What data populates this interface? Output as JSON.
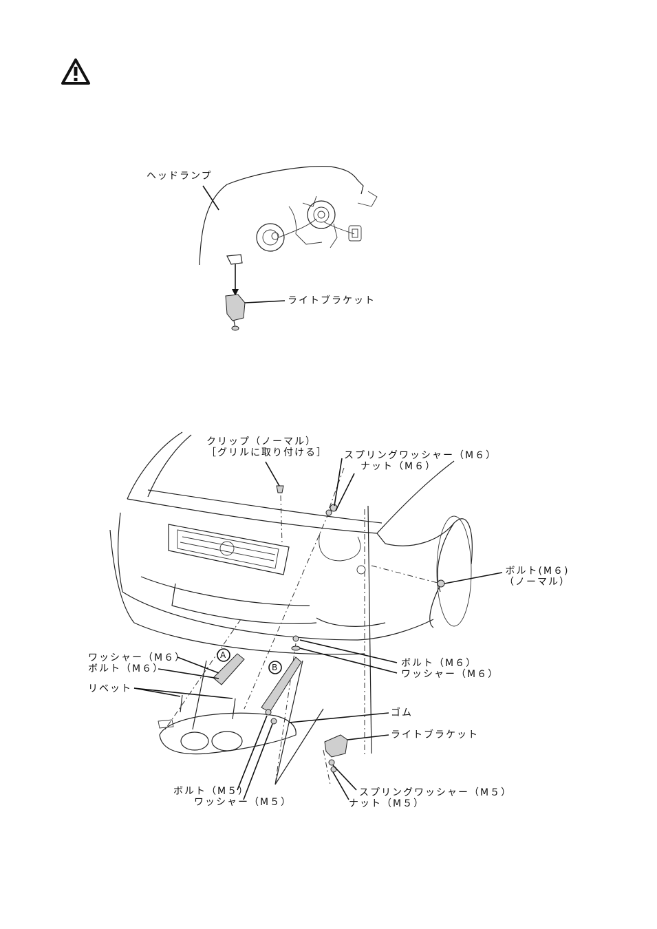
{
  "icons": {
    "warning": "warning-triangle-icon"
  },
  "diagram1": {
    "labels": {
      "headlamp": "ヘッドランプ",
      "light_bracket": "ライトブラケット"
    }
  },
  "diagram2": {
    "labels": {
      "clip_line1": "クリップ（ノーマル）",
      "clip_line2": "［グリルに取り付ける］",
      "spring_washer_m6": "スプリングワッシャー（M６）",
      "nut_m6_top": "ナット（M６）",
      "bolt_m6_normal_line1": "ボルト(M６)",
      "bolt_m6_normal_line2": "（ノーマル）",
      "washer_m6_left": "ワッシャー（M６）",
      "bolt_m6_left": "ボルト（M６）",
      "rivet": "リベット",
      "bolt_m6_mid": "ボルト（M６）",
      "washer_m6_mid": "ワッシャー（M６）",
      "rubber": "ゴム",
      "light_bracket": "ライトブラケット",
      "bolt_m5": "ボルト（M５）",
      "washer_m5": "ワッシャー（M５）",
      "spring_washer_m5": "スプリングワッシャー（M５）",
      "nut_m5": "ナット（M５）",
      "marker_a": "A",
      "marker_b": "B"
    }
  }
}
